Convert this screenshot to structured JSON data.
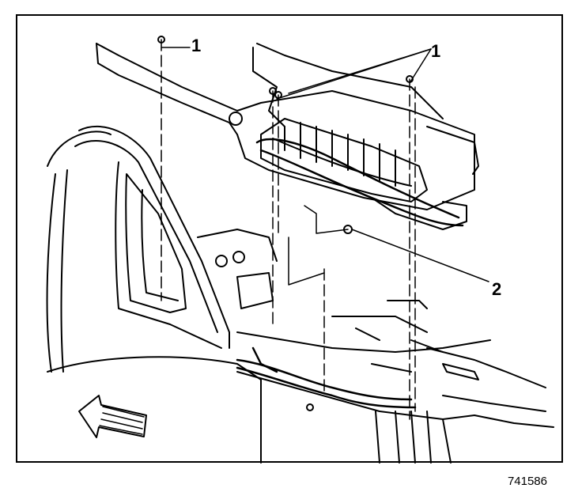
{
  "callouts": {
    "one_a": "1",
    "one_b": "1",
    "two": "2"
  },
  "figure_id": "741586",
  "colors": {
    "line": "#000000",
    "background": "#ffffff"
  },
  "icons": {
    "direction_arrow": "arrow-forward-icon"
  }
}
